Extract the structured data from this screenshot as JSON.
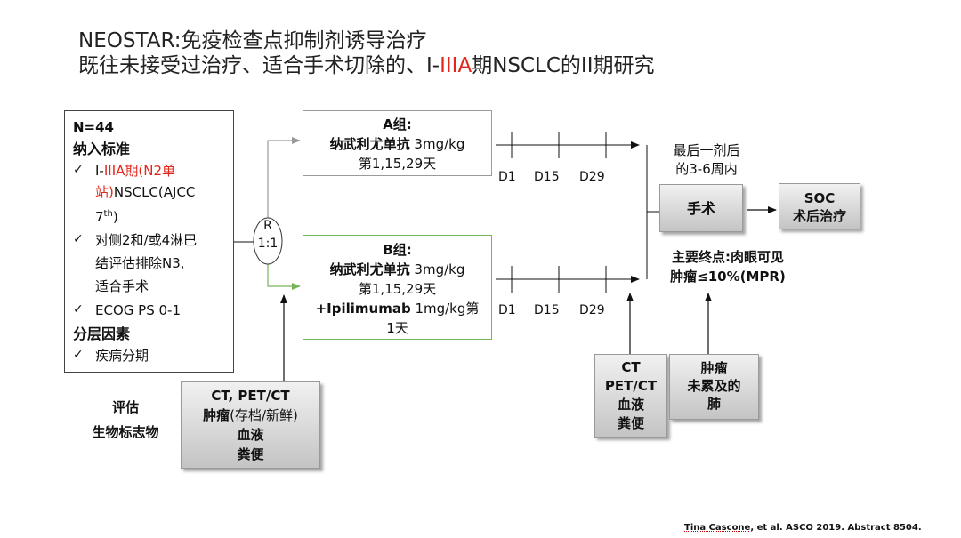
{
  "title": {
    "line1": "NEOSTAR:免疫检查点抑制剂诱导治疗",
    "line2_a": "既往未接受过治疗、适合手术切除的、I-",
    "line2_b": "IIIA",
    "line2_c": "期NSCLC的II期研究"
  },
  "criteria": {
    "n": "N=44",
    "incl_header": "纳入标准",
    "check": "✓",
    "item1_a": "I-",
    "item1_red": "IIIA期(N2单",
    "item1_red2": "站)",
    "item1_b": "NSCLC(AJCC",
    "item1_c": "7",
    "item1_sup": "th",
    "item1_d": ")",
    "item2_l1": "对侧2和/或4淋巴",
    "item2_l2": "结评估排除N3,",
    "item2_l3": "适合手术",
    "item3": "ECOG PS 0-1",
    "strat_header": "分层因素",
    "strat_item": "疾病分期"
  },
  "randomize": {
    "r": "R",
    "ratio": "1:1"
  },
  "arm_a": {
    "name": "A组:",
    "drug": "纳武利尤单抗",
    "dose": " 3mg/kg",
    "days": "第1,15,29天"
  },
  "arm_b": {
    "name": "B组:",
    "drug": "纳武利尤单抗",
    "dose": " 3mg/kg",
    "days": "第1,15,29天",
    "drug2": "+Ipilimumab",
    "dose2": " 1mg/kg第",
    "days2": "1天"
  },
  "timeline": {
    "d1": "D1",
    "d15": "D15",
    "d29": "D29"
  },
  "after_last": {
    "line1": "最后一剂后",
    "line2": "的3-6周内"
  },
  "surgery": "手术",
  "soc": {
    "line1": "SOC",
    "line2": "术后治疗"
  },
  "endpoint": {
    "line1": "主要终点:肉眼可见",
    "line2": "肿瘤≤10%(MPR)"
  },
  "assess": {
    "line1": "评估",
    "line2": "生物标志物"
  },
  "baseline_box": {
    "line1": "CT, PET/CT",
    "line2_a": "肿瘤",
    "line2_b": "(存档/新鲜)",
    "line3": "血液",
    "line4": "粪便"
  },
  "post_box1": {
    "line1": "CT",
    "line2": "PET/CT",
    "line3": "血液",
    "line4": "粪便"
  },
  "post_box2": {
    "line1": "肿瘤",
    "line2": "未累及的",
    "line3": "肺"
  },
  "citation": {
    "author": "Tina Cascone",
    "rest": ", et al. ASCO 2019. Abstract 8504."
  },
  "colors": {
    "accent_red": "#e3261b",
    "arm_a_border": "#9a9a9a",
    "arm_b_border": "#77b55a",
    "grey_fill": "#d0d0d0"
  }
}
